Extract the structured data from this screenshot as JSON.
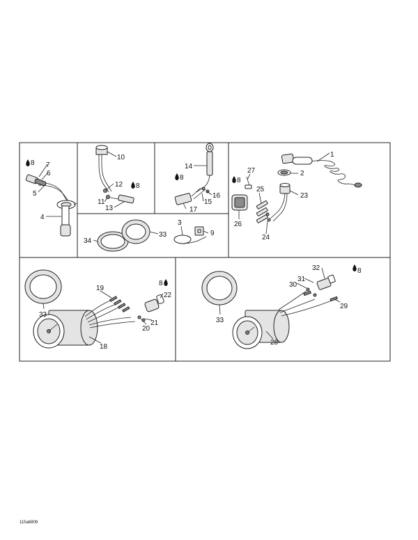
{
  "callouts": {
    "c1": "1",
    "c2": "2",
    "c3": "3",
    "c4": "4",
    "c5": "5",
    "c6": "6",
    "c7": "7",
    "c8a": "8",
    "c8b": "8",
    "c8c": "8",
    "c8d": "8",
    "c8e": "8",
    "c8f": "8",
    "c9": "9",
    "c10": "10",
    "c11": "11",
    "c12": "12",
    "c13": "13",
    "c14": "14",
    "c15": "15",
    "c16": "16",
    "c17": "17",
    "c18": "18",
    "c19": "19",
    "c20": "20",
    "c21": "21",
    "c22": "22",
    "c23": "23",
    "c24": "24",
    "c25": "25",
    "c26": "26",
    "c27": "27",
    "c28": "28",
    "c29": "29",
    "c30": "30",
    "c31": "31",
    "c32": "32",
    "c33a": "33",
    "c33b": "33",
    "c33c": "33",
    "c34": "34"
  },
  "reference_code": "115a6809"
}
